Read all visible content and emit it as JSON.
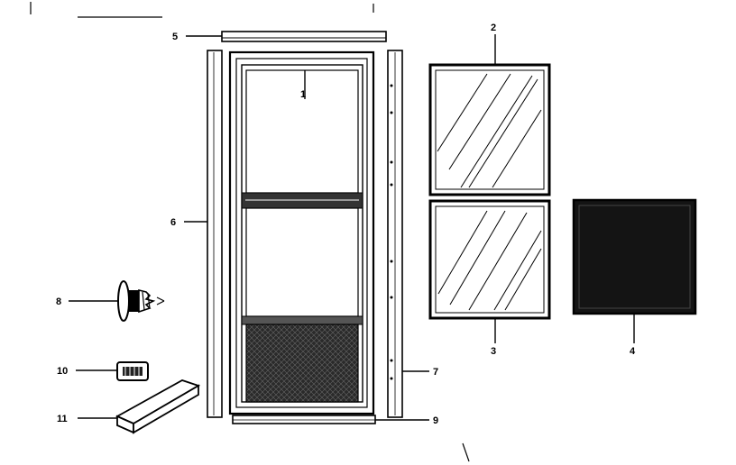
{
  "diagram": {
    "callouts": [
      {
        "id": "1",
        "label": "1"
      },
      {
        "id": "2",
        "label": "2"
      },
      {
        "id": "3",
        "label": "3"
      },
      {
        "id": "4",
        "label": "4"
      },
      {
        "id": "5",
        "label": "5"
      },
      {
        "id": "6",
        "label": "6"
      },
      {
        "id": "7",
        "label": "7"
      },
      {
        "id": "8",
        "label": "8"
      },
      {
        "id": "9",
        "label": "9"
      },
      {
        "id": "10",
        "label": "10"
      },
      {
        "id": "11",
        "label": "11"
      }
    ],
    "colors": {
      "ink": "#000000",
      "paper": "#ffffff",
      "screen": "#141414"
    }
  }
}
